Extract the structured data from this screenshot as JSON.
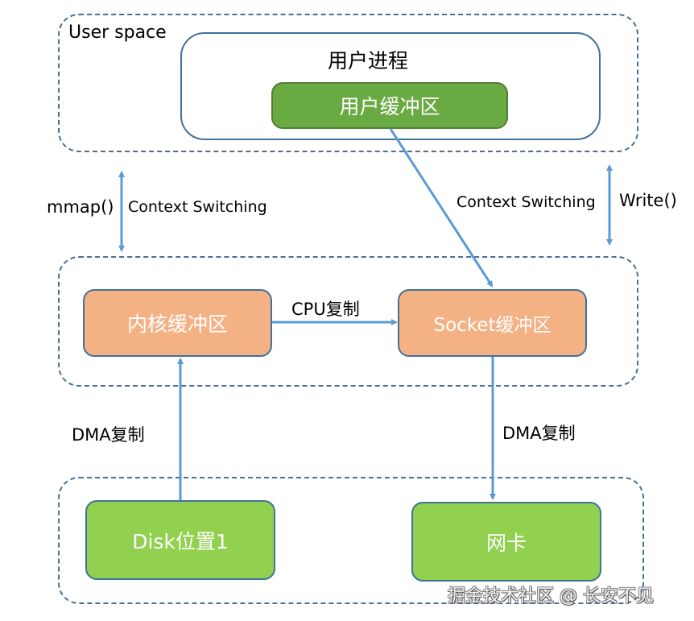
{
  "regions": {
    "user_space": {
      "label": "User space"
    },
    "kernel_space": {
      "label": ""
    },
    "hardware": {
      "label": ""
    }
  },
  "nodes": {
    "user_process": {
      "label": "用户进程"
    },
    "user_buffer": {
      "label": "用户缓冲区"
    },
    "kernel_buffer": {
      "label": "内核缓冲区"
    },
    "socket_buffer": {
      "label": "Socket缓冲区"
    },
    "disk": {
      "label": "Disk位置1"
    },
    "nic": {
      "label": "网卡"
    }
  },
  "edge_labels": {
    "mmap": "mmap()",
    "context_switching_left": "Context Switching",
    "context_switching_right": "Context Switching",
    "write": "Write()",
    "cpu_copy": "CPU复制",
    "dma_copy_left": "DMA复制",
    "dma_copy_right": "DMA复制"
  },
  "colors": {
    "arrow": "#5b9bd5",
    "region_border": "#4a6f95",
    "user_buffer_fill": "#6aaa43",
    "hardware_fill": "#92d050",
    "kernel_fill": "#f4b183"
  },
  "watermark": "掘金技术社区 @ 长安不见"
}
